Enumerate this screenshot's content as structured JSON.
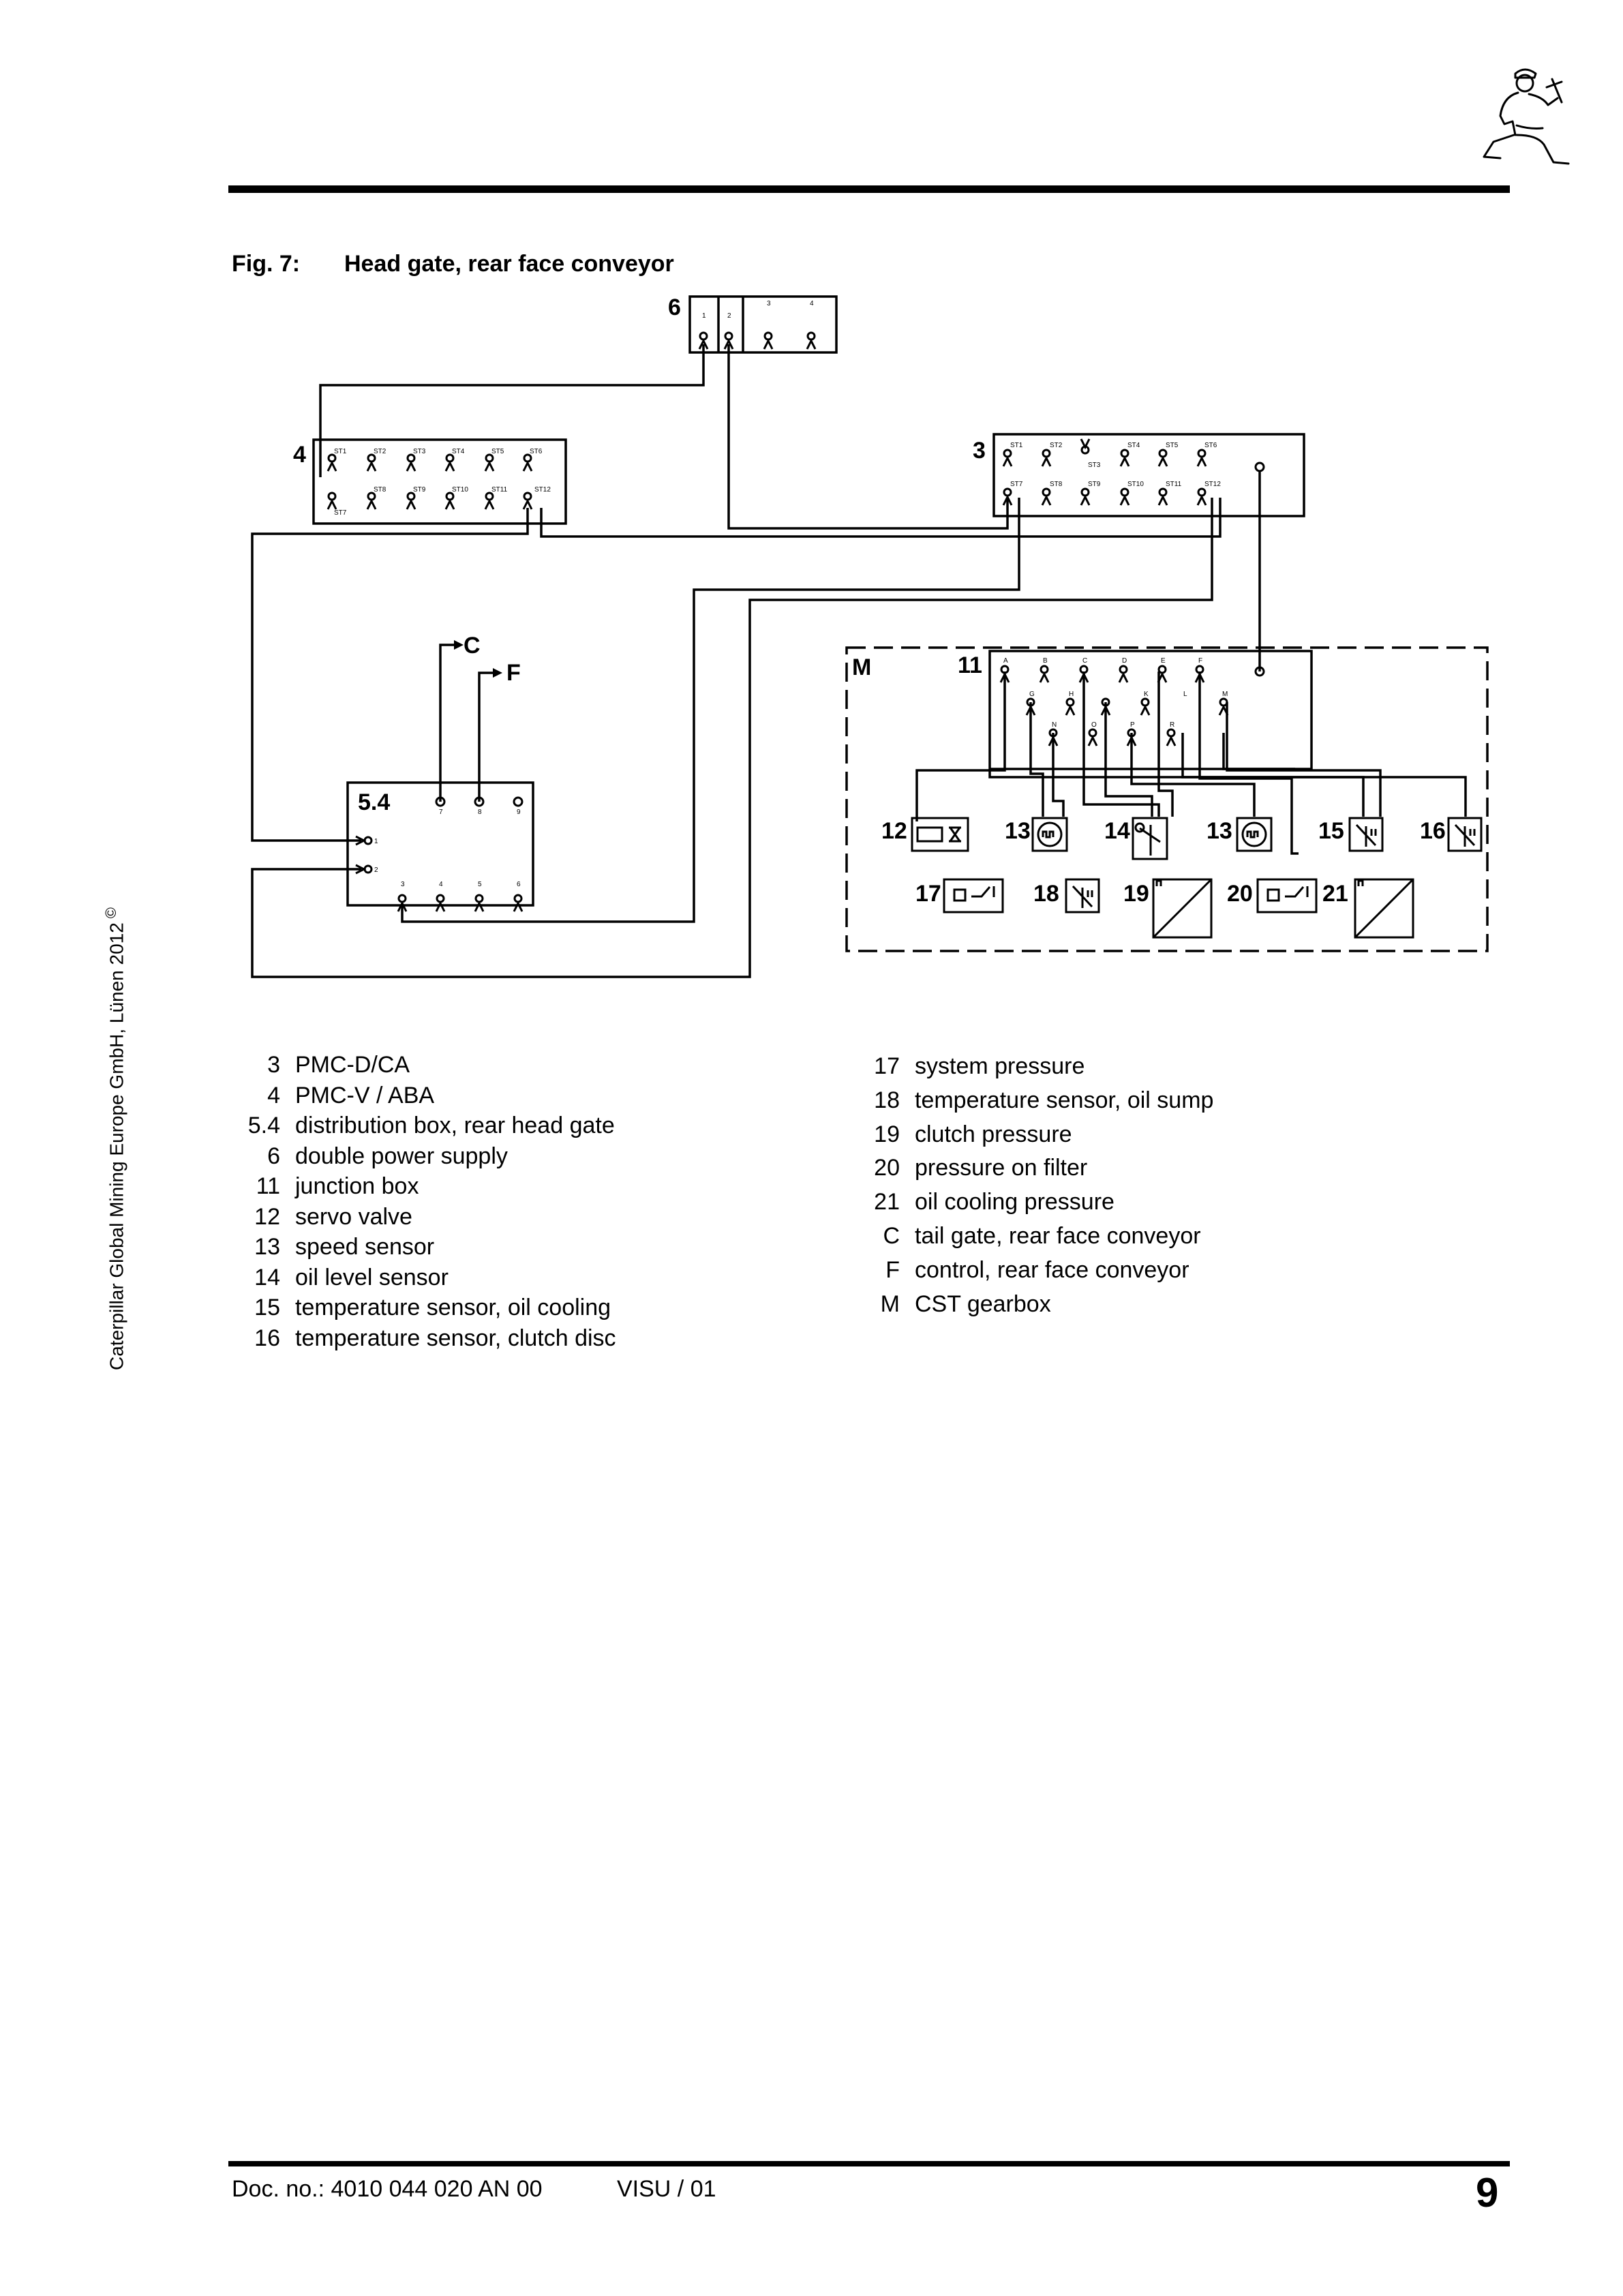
{
  "copyright": "Caterpillar Global Mining Europe GmbH, Lünen 2012",
  "figure": {
    "number": "Fig. 7:",
    "title": "Head gate, rear face conveyor"
  },
  "diagram": {
    "unit_labels": {
      "u6": "6",
      "u4": "4",
      "u3": "3",
      "u54": "5.4",
      "m": "M",
      "u11": "11",
      "c": "C",
      "f": "F",
      "u12": "12",
      "u13a": "13",
      "u14": "14",
      "u13b": "13",
      "u15": "15",
      "u16": "16",
      "u17": "17",
      "u18": "18",
      "u19": "19",
      "u20": "20",
      "u21": "21"
    },
    "pins": {
      "p6": [
        "1",
        "2",
        "3",
        "4"
      ],
      "p4_top": [
        "ST1",
        "ST2",
        "ST3",
        "ST4",
        "ST5",
        "ST6"
      ],
      "p4_bot": [
        "ST7",
        "ST8",
        "ST9",
        "ST10",
        "ST11",
        "ST12"
      ],
      "p3_top": [
        "ST1",
        "ST2",
        "ST3",
        "ST4",
        "ST5",
        "ST6"
      ],
      "p3_bot": [
        "ST7",
        "ST8",
        "ST9",
        "ST10",
        "ST11",
        "ST12"
      ],
      "p11_r1": [
        "A",
        "B",
        "C",
        "D",
        "E",
        "F"
      ],
      "p11_r2": [
        "G",
        "H",
        "K",
        "L",
        "M"
      ],
      "p11_r3": [
        "N",
        "O",
        "P",
        "R"
      ],
      "p54_top": [
        "7",
        "8",
        "9"
      ],
      "p54_side": [
        "1",
        "2"
      ],
      "p54_bot": [
        "3",
        "4",
        "5",
        "6"
      ]
    }
  },
  "legend_left": [
    {
      "key": "3",
      "text": "PMC-D/CA"
    },
    {
      "key": "4",
      "text": "PMC-V / ABA"
    },
    {
      "key": "5.4",
      "text": "distribution box, rear head gate"
    },
    {
      "key": "6",
      "text": "double power supply"
    },
    {
      "key": "11",
      "text": "junction box"
    },
    {
      "key": "12",
      "text": "servo valve"
    },
    {
      "key": "13",
      "text": "speed sensor"
    },
    {
      "key": "14",
      "text": "oil level sensor"
    },
    {
      "key": "15",
      "text": "temperature sensor, oil cooling"
    },
    {
      "key": "16",
      "text": "temperature sensor, clutch disc"
    }
  ],
  "legend_right": [
    {
      "key": "17",
      "text": "system pressure"
    },
    {
      "key": "18",
      "text": "temperature sensor, oil sump"
    },
    {
      "key": "19",
      "text": "clutch pressure"
    },
    {
      "key": "20",
      "text": "pressure on filter"
    },
    {
      "key": "21",
      "text": "oil cooling pressure"
    },
    {
      "key": "C",
      "text": "tail gate, rear face conveyor"
    },
    {
      "key": "F",
      "text": "control, rear face conveyor"
    },
    {
      "key": "M",
      "text": "CST gearbox"
    }
  ],
  "footer": {
    "doc": "Doc. no.: 4010 044 020 AN 00",
    "visu": "VISU / 01",
    "page": "9"
  },
  "colors": {
    "ink": "#000000",
    "paper": "#ffffff"
  },
  "icons": [
    "miner-kneeling-icon",
    "connector-socket-icon",
    "sensor-symbol-icon"
  ]
}
